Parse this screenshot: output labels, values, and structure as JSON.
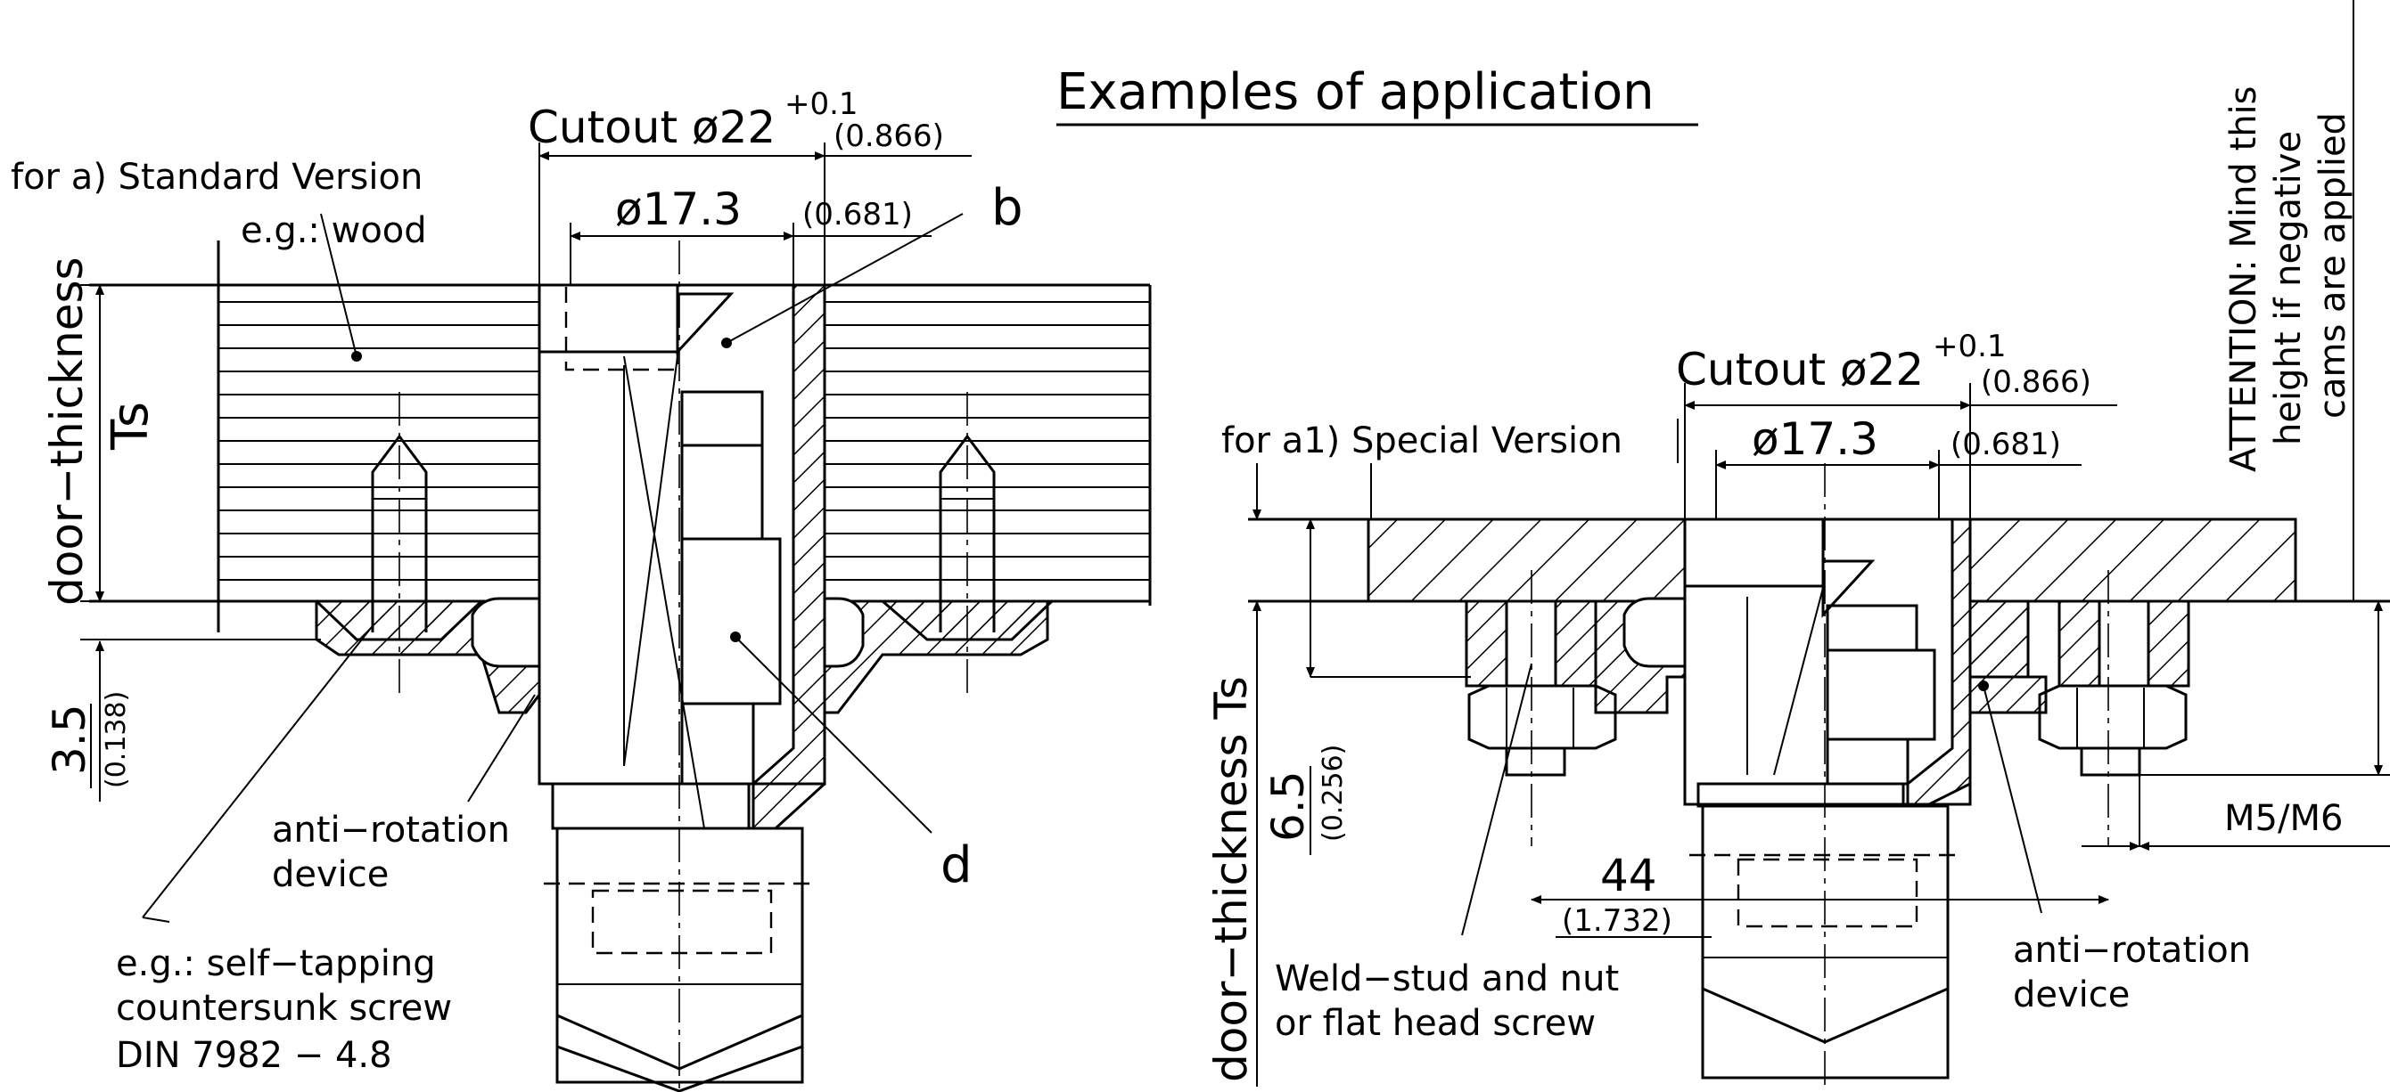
{
  "title": "Examples of application",
  "left": {
    "version_label": "for a) Standard Version",
    "material_label": "e.g.: wood",
    "cutout_label": "Cutout ø22",
    "cutout_tolerance": "+0.1",
    "cutout_inch": "(0.866)",
    "inner_dia_label": "ø17.3",
    "inner_dia_inch": "(0.681)",
    "callout_b": "b",
    "callout_d": "d",
    "thickness_label": "door−thickness",
    "ts_label": "Ts",
    "height_value": "3.5",
    "height_inch": "(0.138)",
    "anti_rotation_line1": "anti−rotation",
    "anti_rotation_line2": "device",
    "screw_line1": "e.g.: self−tapping",
    "screw_line2": "countersunk screw",
    "screw_line3": "DIN 7982  −  4.8"
  },
  "right": {
    "version_label": "for a1)  Special Version",
    "cutout_label": "Cutout ø22",
    "cutout_tolerance": "+0.1",
    "cutout_inch": "(0.866)",
    "inner_dia_label": "ø17.3",
    "inner_dia_inch": "(0.681)",
    "thickness_label": "door−thickness Ts",
    "height_value": "6.5",
    "height_inch": "(0.256)",
    "spacing_value": "44",
    "spacing_inch": "(1.732)",
    "stud_line1": "Weld−stud and nut",
    "stud_line2": "or flat head screw",
    "anti_rotation_line1": "anti−rotation",
    "anti_rotation_line2": "device",
    "thread_label": "M5/M6"
  },
  "attention": {
    "line1": "ATTENTION: Mind this",
    "line2": "height if negative",
    "line3": "cams are applied"
  }
}
